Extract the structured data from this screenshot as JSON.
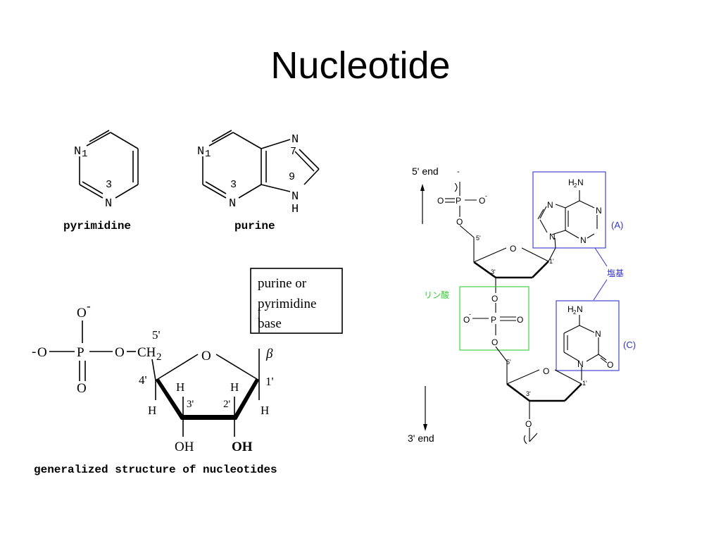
{
  "slide": {
    "title": "Nucleotide"
  },
  "pyrimidine": {
    "n1": "N",
    "pos1": "1",
    "pos3": "3",
    "n3": "N",
    "caption": "pyrimidine"
  },
  "purine": {
    "n1": "N",
    "pos1": "1",
    "pos3": "3",
    "n3": "N",
    "n7": "N",
    "pos7": "7",
    "pos9": "9",
    "n9": "N",
    "h9": "H",
    "caption": "purine"
  },
  "nucleotide": {
    "phosphate_o_top": "O",
    "phosphate_o_left": "O",
    "phosphate_p": "P",
    "phosphate_o_bottom": "O",
    "phosphate_o_link": "O",
    "charge": "-",
    "ch2": "CH",
    "ch2_sub": "2",
    "pos5": "5'",
    "ring_o": "O",
    "pos4": "4'",
    "pos3": "3'",
    "pos2": "2'",
    "pos1": "1'",
    "h_left": "H",
    "h_3": "H",
    "h_2": "H",
    "h_right": "H",
    "oh3": "OH",
    "oh2": "OH",
    "beta": "β",
    "base_line1": "purine or",
    "base_line2": "pyrimidine",
    "base_line3": "base",
    "caption": "generalized structure of nucleotides"
  },
  "dna": {
    "end5": "5' end",
    "end3": "3' end",
    "label_a": "(A)",
    "label_c": "(C)",
    "label_phosphate": "リン酸",
    "label_base": "塩基",
    "h2n": "H2N",
    "h2": "H",
    "two": "2",
    "n": "N",
    "o": "O",
    "p": "P",
    "dash": "-",
    "p5": "5'",
    "p3": "3'",
    "p1": "1'",
    "colors": {
      "base_box": "#3333cc",
      "phosphate_box": "#33cc33",
      "phosphate_text": "#33cc33",
      "base_text": "#3333cc"
    }
  }
}
